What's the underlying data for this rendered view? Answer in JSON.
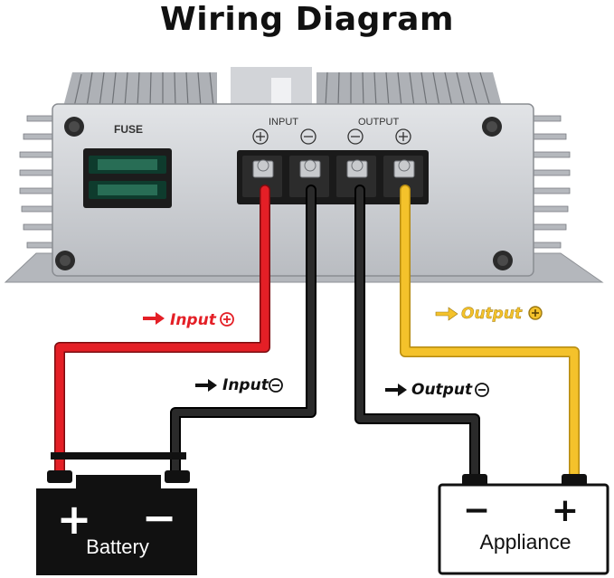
{
  "title": "Wiring Diagram",
  "panel": {
    "fuse_label": "FUSE",
    "input_label": "INPUT",
    "output_label": "OUTPUT",
    "plus_symbol": "+",
    "minus_symbol": "−"
  },
  "wire_labels": {
    "input_plus": "Input",
    "input_minus": "Input",
    "output_plus": "Output",
    "output_minus": "Output"
  },
  "battery": {
    "label": "Battery",
    "plus": "+",
    "minus": "−"
  },
  "appliance": {
    "label": "Appliance",
    "plus": "+",
    "minus": "−"
  },
  "colors": {
    "positive_input": "#e41f26",
    "negative": "#1a1a1a",
    "positive_output": "#f4c22b",
    "housing": "#c9ccd1"
  }
}
